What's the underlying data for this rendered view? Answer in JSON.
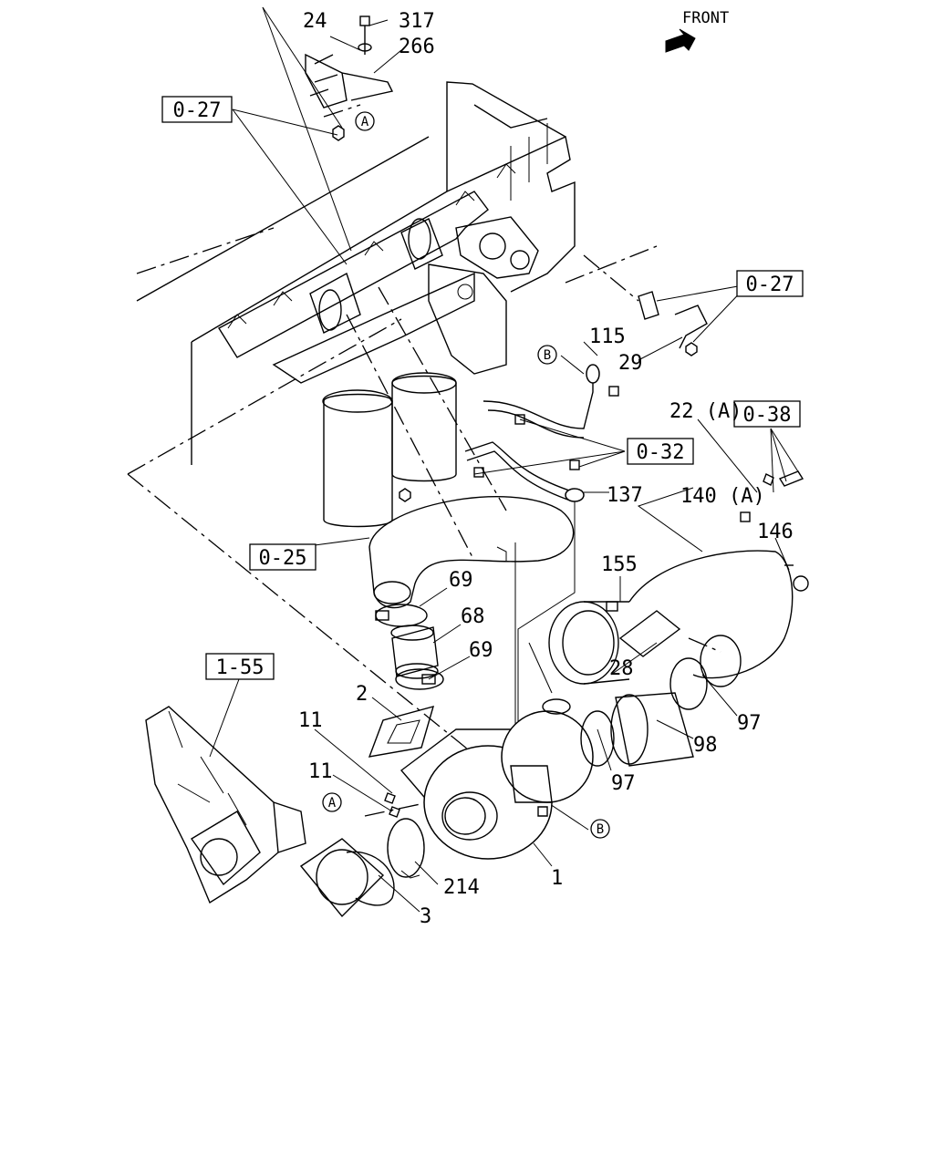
{
  "orientation": {
    "label": "FRONT"
  },
  "callouts": [
    "24",
    "317",
    "266",
    "115",
    "29",
    "22 (A)",
    "140 (A)",
    "146",
    "137",
    "69",
    "68",
    "69",
    "155",
    "2",
    "28",
    "97",
    "98",
    "97",
    "11",
    "11",
    "214",
    "1",
    "3"
  ],
  "references": [
    "0-27",
    "0-27",
    "0-38",
    "0-32",
    "0-25",
    "1-55"
  ],
  "circle_markers": [
    "A",
    "B",
    "B",
    "A"
  ]
}
